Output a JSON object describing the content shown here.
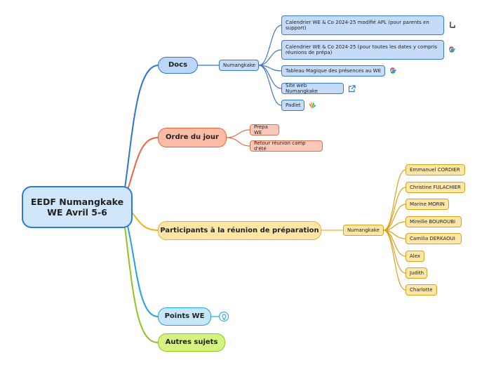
{
  "root": {
    "line1": "EEDF Numangkake",
    "line2": "WE Avril 5-6"
  },
  "docs": {
    "label": "Docs",
    "sub": "Numangkake",
    "items": [
      {
        "label": "Calendrier WE & Co 2024-25 modifié APL (pour parents en support)",
        "icon": "slack-icon"
      },
      {
        "label": "Calendrier WE & Co 2024-25 (pour toutes les dates y compris réunions de prépa)",
        "icon": "google-icon"
      },
      {
        "label": "Tableau Magique des présences au WE",
        "icon": "google-icon"
      },
      {
        "label": "Site web Numangkake",
        "icon": "external-link-icon"
      },
      {
        "label": "Padlet",
        "icon": "padlet-icon"
      }
    ]
  },
  "ordre": {
    "label": "Ordre du jour",
    "items": [
      "Prepa WE",
      "Retour réunion camp d'été"
    ]
  },
  "participants": {
    "label": "Participants à la réunion de préparation",
    "sub": "Numangkake",
    "items": [
      "Emmanuel CORDIER",
      "Christine FULACHIER",
      "Marine MORIN",
      "Mireille BOUROUBI",
      "Camilia DERKAOUI",
      "Alex",
      "Judith",
      "Charlotte"
    ]
  },
  "points": {
    "label": "Points WE",
    "icon": "lightbulb-icon"
  },
  "autres": {
    "label": "Autres sujets"
  },
  "colors": {
    "blue": "#2e74cf",
    "orange": "#e5663d",
    "yellow": "#efb219",
    "teal": "#1fa3dd",
    "green": "#8fc31f"
  }
}
